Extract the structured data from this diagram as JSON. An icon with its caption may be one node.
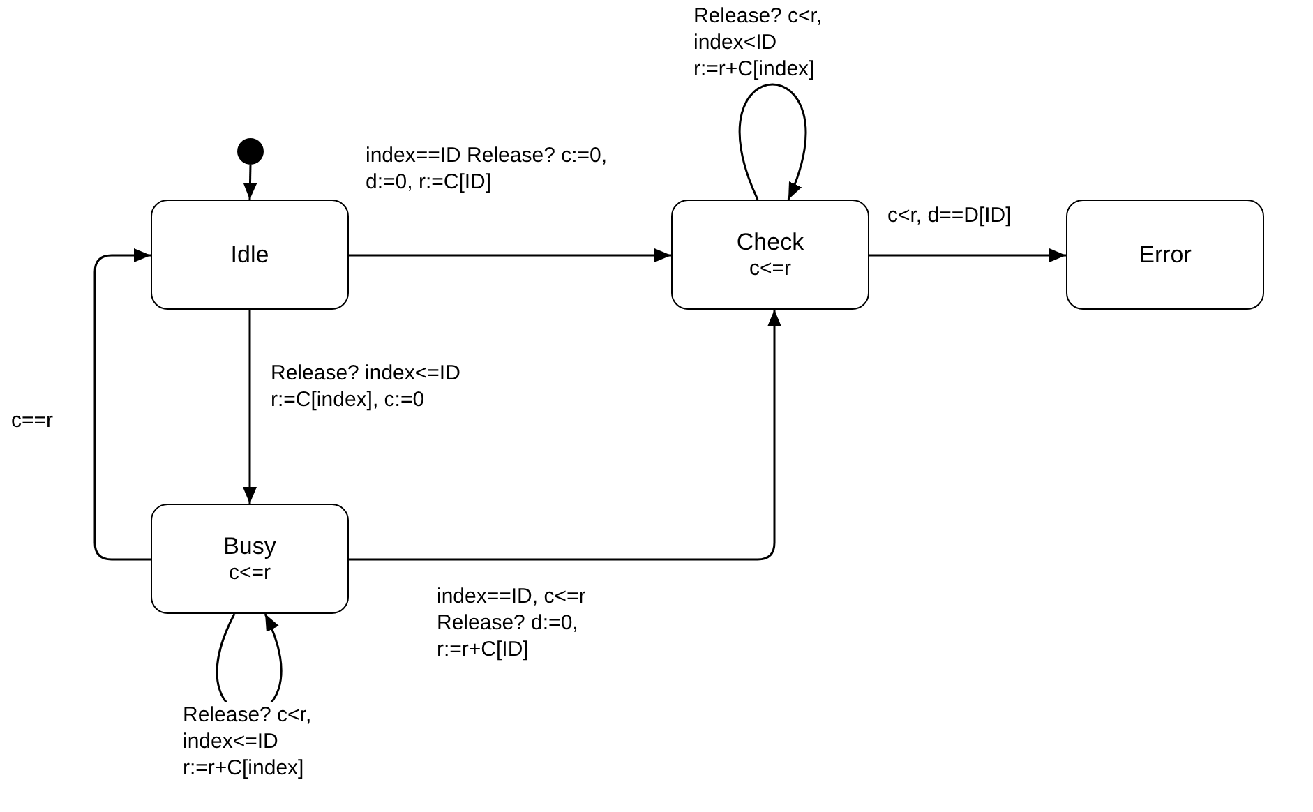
{
  "diagram": {
    "nodes": [
      {
        "text": [],
        "shape": "circle"
      },
      {
        "text": [
          "Idle"
        ]
      },
      {
        "text": [
          "Check",
          "c<=r"
        ]
      },
      {
        "text": [
          "Error"
        ]
      },
      {
        "text": [
          "Busy",
          "c<=r"
        ]
      }
    ],
    "edges": [
      {
        "from": 0,
        "to": 1,
        "arrow": "to"
      },
      {
        "from": 1,
        "to": 2,
        "arrow": "to",
        "label": "index==ID Release? c:=0, d:=0, r:=C[ID]"
      },
      {
        "from": 2,
        "to": 2,
        "arrow": "to",
        "label": "Release? c<r, index<ID r:=r+C[index]"
      },
      {
        "from": 2,
        "to": 3,
        "arrow": "to",
        "label": "c<r, d==D[ID]"
      },
      {
        "from": 1,
        "to": 4,
        "arrow": "to",
        "label": "Release? index<=ID r:=C[index], c:=0"
      },
      {
        "from": 4,
        "to": 1,
        "arrow": "to",
        "label": "c==r"
      },
      {
        "from": 4,
        "to": 2,
        "arrow": "to",
        "label": "index==ID, c<=r Release? d:=0, r:=r+C[ID]"
      },
      {
        "from": 4,
        "to": 4,
        "arrow": "to",
        "label": "Release? c<r, index<=ID r:=r+C[index]"
      }
    ]
  }
}
